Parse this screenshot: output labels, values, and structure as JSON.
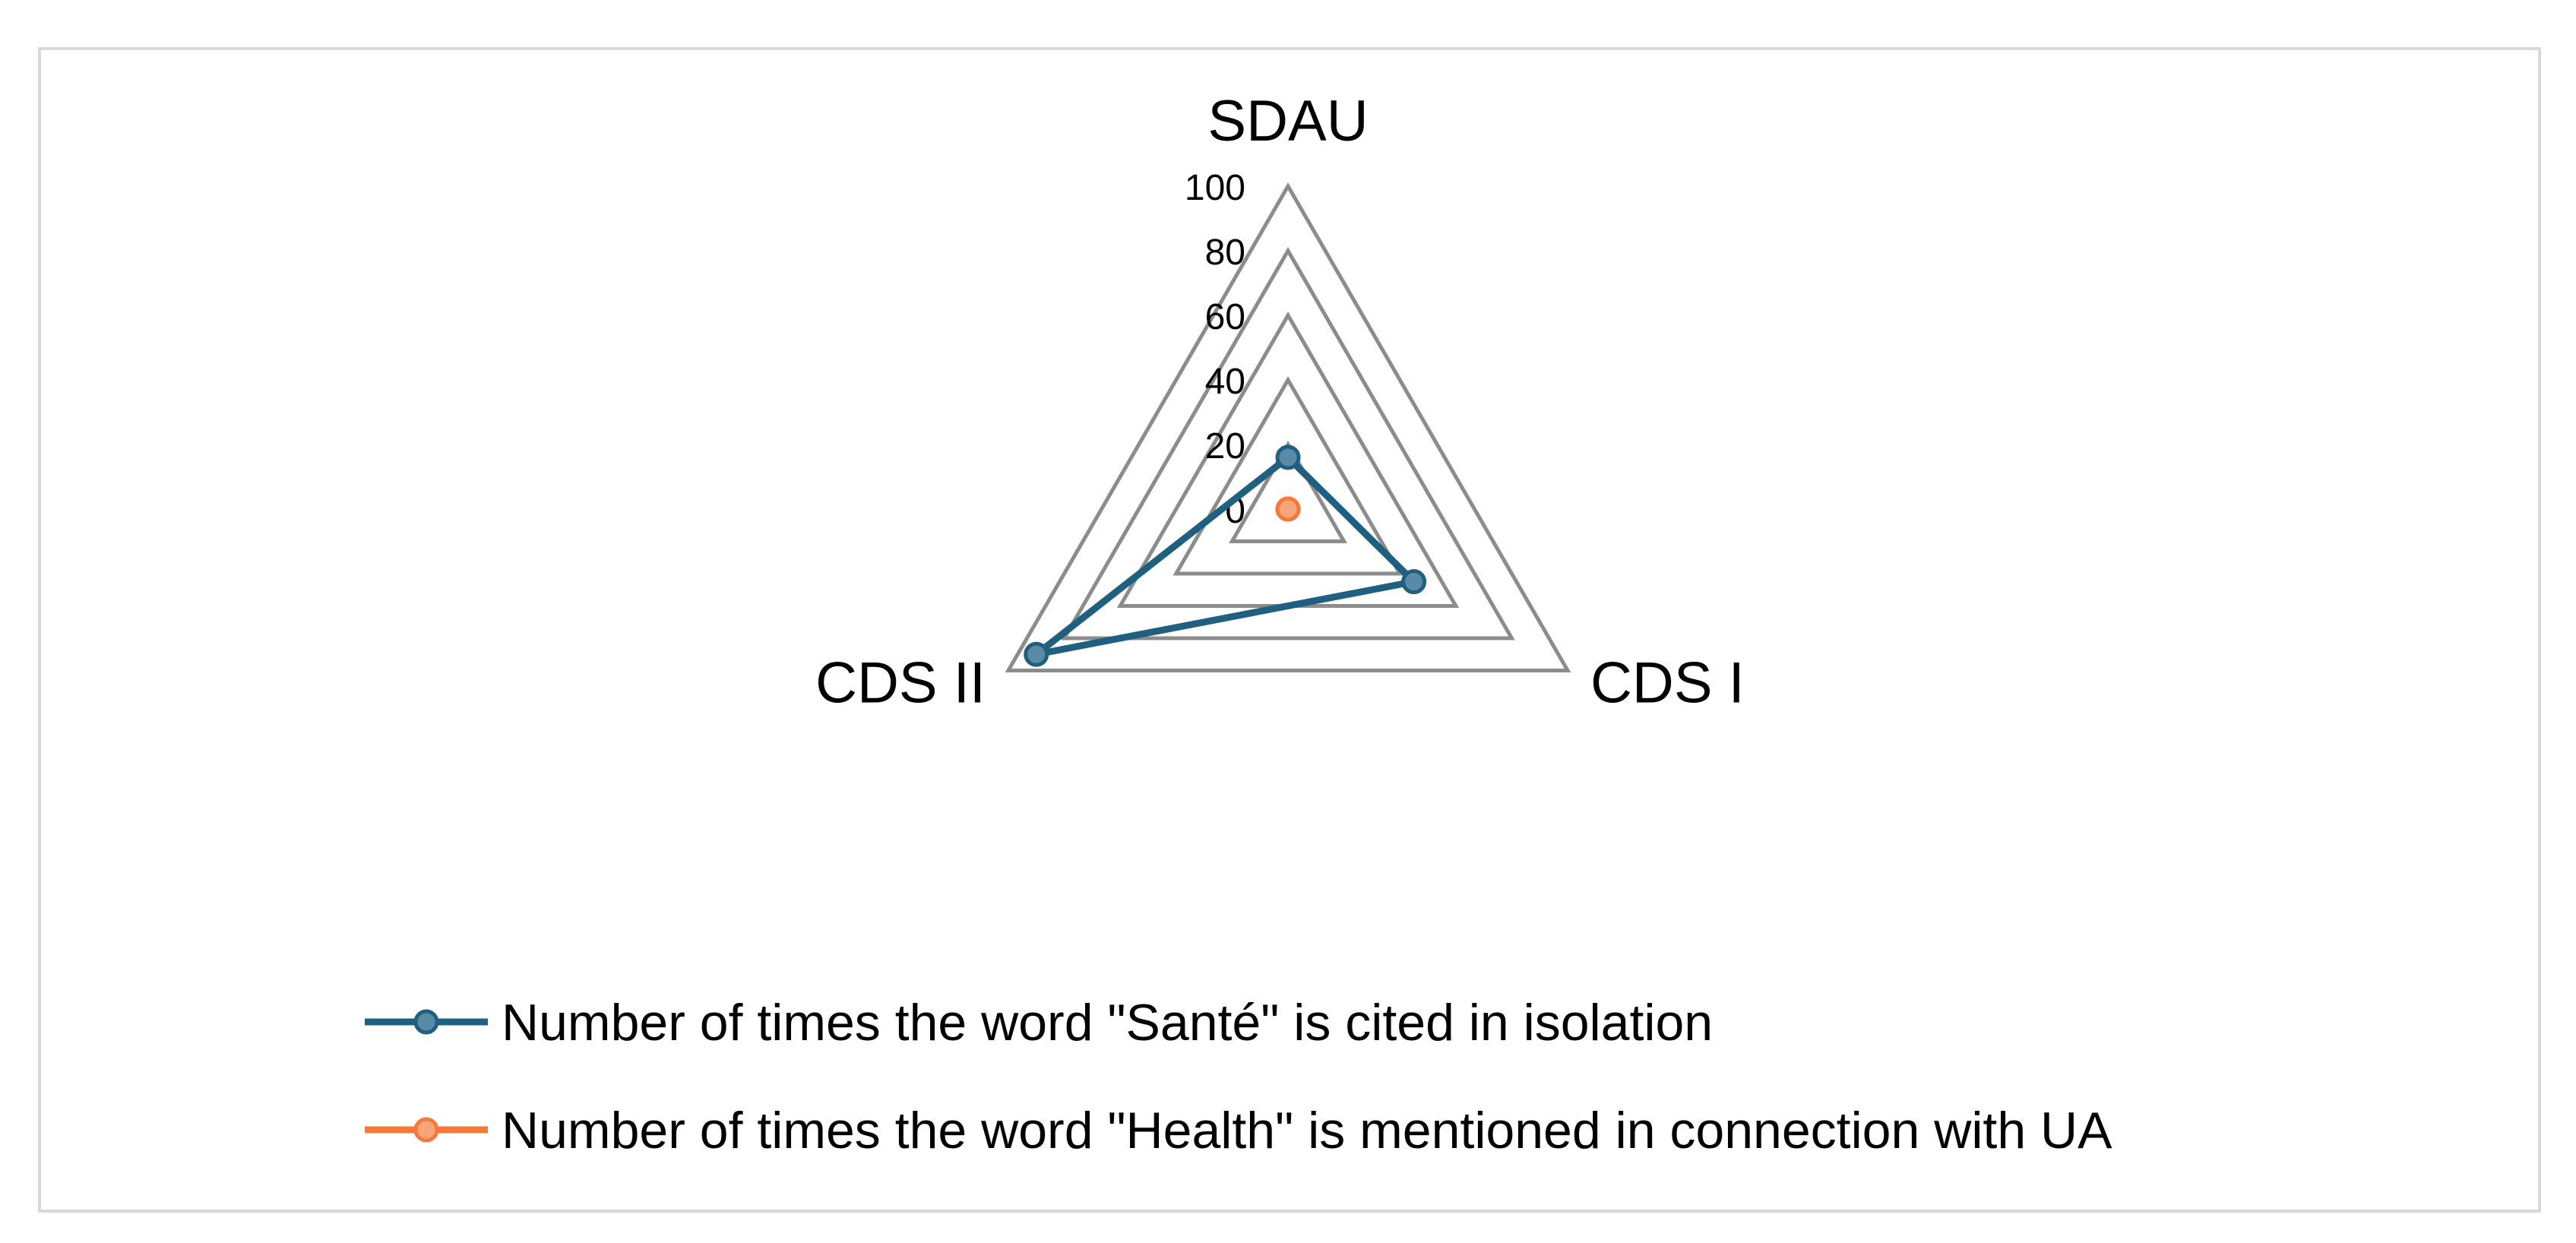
{
  "chart_data": {
    "type": "radar",
    "categories": [
      "SDAU",
      "CDS I",
      "CDS II"
    ],
    "axis_ticks": [
      "0",
      "20",
      "40",
      "60",
      "80",
      "100"
    ],
    "rmin": 0,
    "rmax": 100,
    "grid": true,
    "legend_position": "bottom",
    "series": [
      {
        "name": "Number of times the word \"Santé\" is cited in isolation",
        "values": [
          16,
          45,
          90
        ],
        "color": "#1f6080"
      },
      {
        "name": "Number of times the word \"Health\" is mentioned in connection with UA",
        "values": [
          0,
          0,
          0
        ],
        "color": "#f4793b"
      }
    ]
  }
}
